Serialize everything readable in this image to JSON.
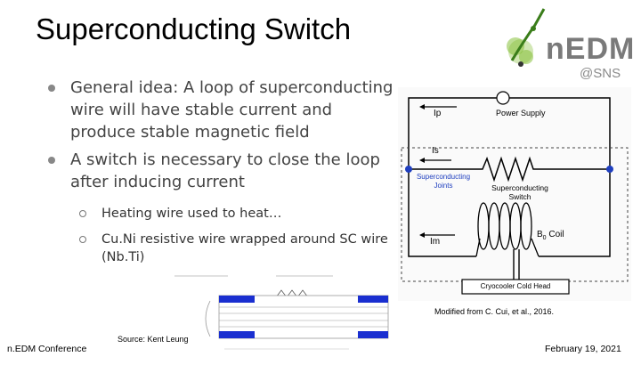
{
  "slide": {
    "title": "Superconducting Switch",
    "bullets": [
      "General idea: A loop of superconducting wire will have stable current and produce stable magnetic field",
      "A switch is necessary to close the loop after inducing current"
    ],
    "subbullets": [
      "Heating wire used to heat…",
      "Cu.Ni resistive wire wrapped around SC wire (Nb.Ti)"
    ]
  },
  "logo": {
    "name": "nEDM",
    "sub": "@SNS"
  },
  "circuit": {
    "ip": "Ip",
    "power_supply": "Power Supply",
    "is": "Is",
    "joints_line1": "Superconducting",
    "joints_line2": "Joints",
    "switch_line1": "Superconducting",
    "switch_line2": "Switch",
    "im": "Im",
    "b0": "B",
    "b0_sub": "0",
    "coil": " Coil",
    "cryocooler": "Cryocooler Cold Head"
  },
  "credits": {
    "right": "Modified from C. Cui, et al., 2016.",
    "left": "Source: Kent Leung"
  },
  "footer": {
    "left": "n.EDM Conference",
    "right": "February 19, 2021"
  },
  "colors": {
    "accent_green": "#7dbb2c",
    "logo_gray": "#7a7a7a",
    "joint_blue": "#1f3fbf",
    "wire_blue": "#1a2fd0"
  }
}
